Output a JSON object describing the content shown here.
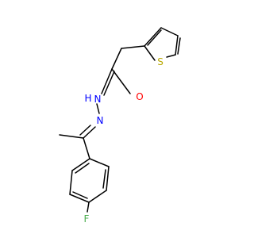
{
  "molecule": {
    "colors": {
      "bond": "#000000",
      "oxygen": "#ff0000",
      "nitrogen": "#0000ff",
      "sulfur": "#b8a800",
      "fluorine": "#4caf50"
    },
    "atoms": {
      "oxygen": {
        "label": "O"
      },
      "nitrogen_amide": {
        "label": "N"
      },
      "hydrogen_amide": {
        "label": "H"
      },
      "nitrogen_imine": {
        "label": "N"
      },
      "sulfur": {
        "label": "S"
      },
      "fluorine": {
        "label": "F"
      }
    }
  }
}
